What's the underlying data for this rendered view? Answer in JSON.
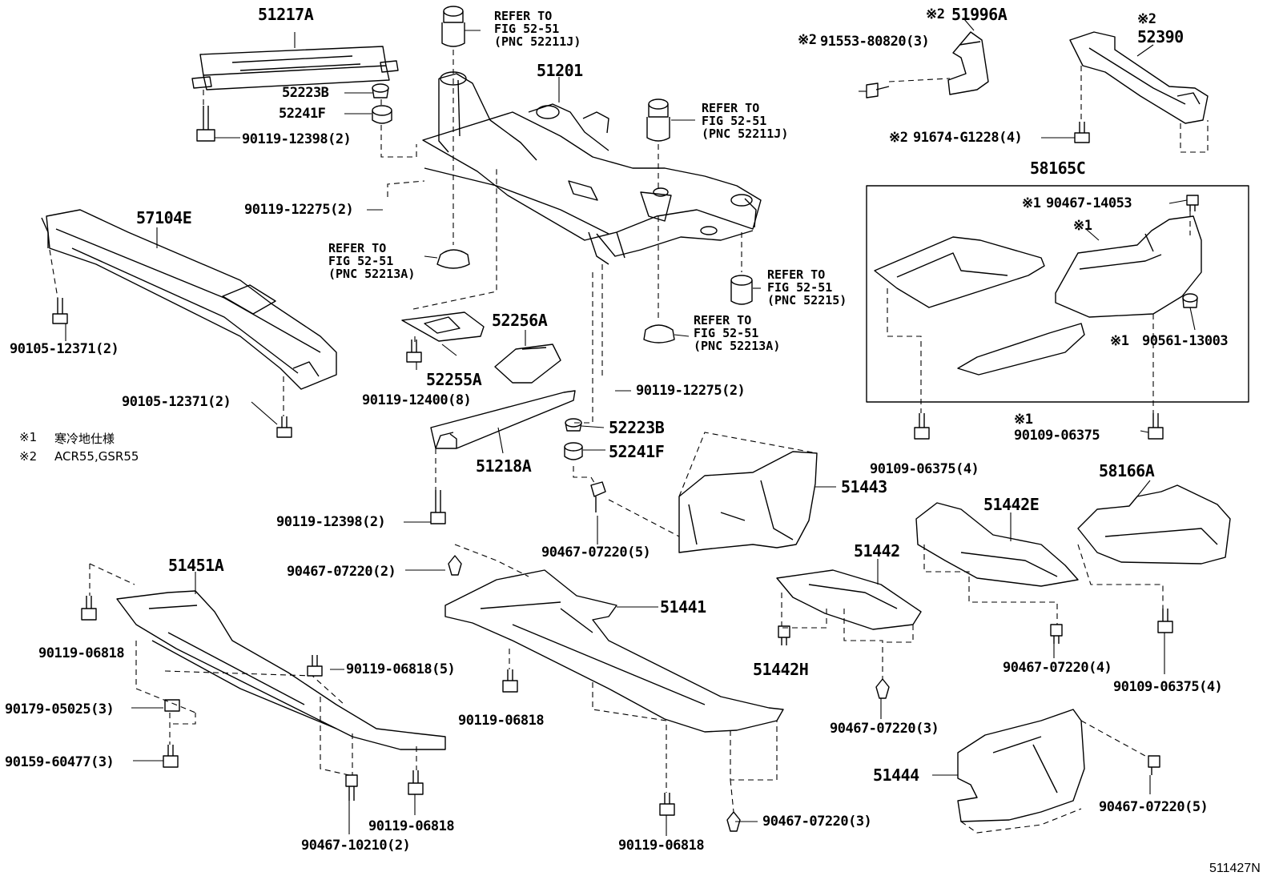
{
  "figure_code": "511427N",
  "notes": [
    {
      "mark": "※1",
      "text": "寒冷地仕様"
    },
    {
      "mark": "※2",
      "text": "ACR55,GSR55"
    }
  ],
  "kit_label": "58165C",
  "refs": {
    "r1": "REFER TO\nFIG 52-51\n(PNC 52211J)",
    "r2": "REFER TO\nFIG 52-51\n(PNC 52211J)",
    "r3": "REFER TO\nFIG 52-51\n(PNC 52213A)",
    "r4": "REFER TO\nFIG 52-51\n(PNC 52215)",
    "r5": "REFER TO\nFIG 52-51\n(PNC 52213A)"
  },
  "parts": {
    "p51217A": "51217A",
    "p52223B_1": "52223B",
    "p52241F_1": "52241F",
    "p90119_12398_a": "90119-12398(2)",
    "p51201": "51201",
    "p90119_12275_a": "90119-12275(2)",
    "p57104E": "57104E",
    "p90105_12371_a": "90105-12371(2)",
    "p90105_12371_b": "90105-12371(2)",
    "p52256A": "52256A",
    "p52255A": "52255A",
    "p90119_12400": "90119-12400(8)",
    "p90119_12275_b": "90119-12275(2)",
    "p52223B_2": "52223B",
    "p52241F_2": "52241F",
    "p51218A": "51218A",
    "p90119_12398_b": "90119-12398(2)",
    "p51996A_mark": "※2",
    "p51996A": "51996A",
    "p91553_mark": "※2",
    "p91553": "91553-80820(3)",
    "p52390_mark": "※2",
    "p52390": "52390",
    "p91674_mark": "※2",
    "p91674": "91674-G1228(4)",
    "p90467_14053_mark": "※1",
    "p90467_14053": "90467-14053",
    "p58165C_sub_mark": "※1",
    "p90561_mark": "※1",
    "p90561": "90561-13003",
    "p90109_a": "90109-06375(4)",
    "p90109_b_mark": "※1",
    "p90109_b": "90109-06375",
    "p51443": "51443",
    "p90467_07220_5a": "90467-07220(5)",
    "p58166A": "58166A",
    "p51442E": "51442E",
    "p51442": "51442",
    "p51442H": "51442H",
    "p90467_07220_4": "90467-07220(4)",
    "p90109_c": "90109-06375(4)",
    "p90467_07220_3a": "90467-07220(3)",
    "p51451A": "51451A",
    "p90467_07220_2": "90467-07220(2)",
    "p51441": "51441",
    "p90119_06818_a": "90119-06818",
    "p90119_06818_5": "90119-06818(5)",
    "p90179": "90179-05025(3)",
    "p90119_06818_b": "90119-06818",
    "p90159": "90159-60477(3)",
    "p90119_06818_c": "90119-06818",
    "p90467_10210": "90467-10210(2)",
    "p90119_06818_d": "90119-06818",
    "p90467_07220_3b": "90467-07220(3)",
    "p51444": "51444",
    "p90467_07220_5b": "90467-07220(5)"
  }
}
